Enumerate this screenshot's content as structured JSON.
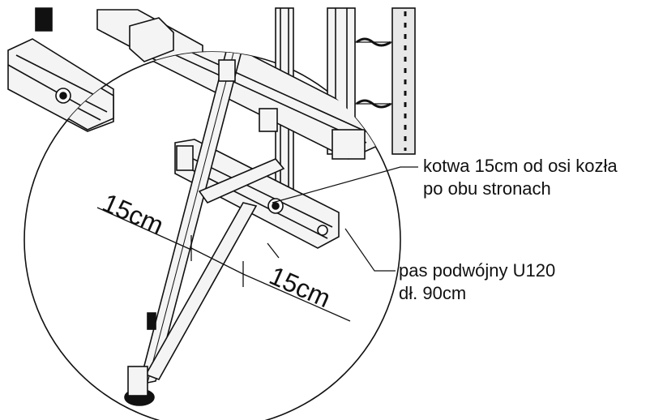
{
  "dimensions": {
    "left": "15cm",
    "right": "15cm"
  },
  "callouts": {
    "anchor": {
      "line1": "kotwa 15cm od osi kozła",
      "line2": "po obu stronach"
    },
    "chord": {
      "line1": "pas podwójny U120",
      "line2": "dł. 90cm"
    }
  },
  "colors": {
    "ink": "#111111",
    "steel_fill": "#f4f4f4",
    "background": "#ffffff"
  }
}
